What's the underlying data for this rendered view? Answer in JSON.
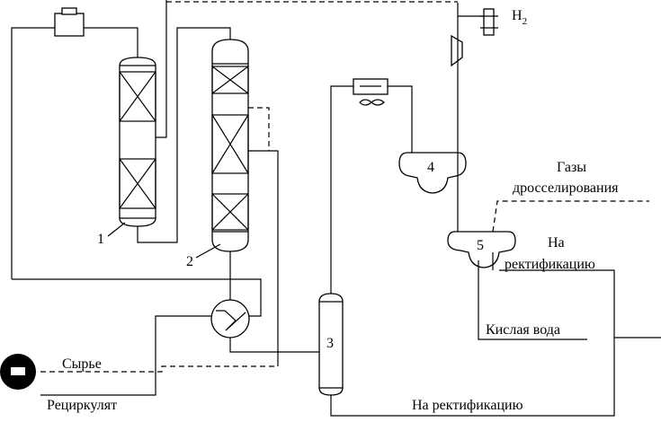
{
  "labels": {
    "eq1": "1",
    "eq2": "2",
    "eq3": "3",
    "eq4": "4",
    "eq5": "5",
    "h2_main": "H",
    "h2_sub": "2",
    "gases_line1": "Газы",
    "gases_line2": "дросселирования",
    "to_rect1_line1": "На",
    "to_rect1_line2": "ректификацию",
    "acid_water": "Кислая вода",
    "raw": "Сырье",
    "recycle": "Рециркулят",
    "to_rect2": "На ректификацию"
  },
  "icons": {
    "pump": "pump-icon",
    "cooler": "air-cooler-fan-icon",
    "heat_exchanger": "heat-exchanger-icon",
    "compressor": "compressor-icon"
  }
}
